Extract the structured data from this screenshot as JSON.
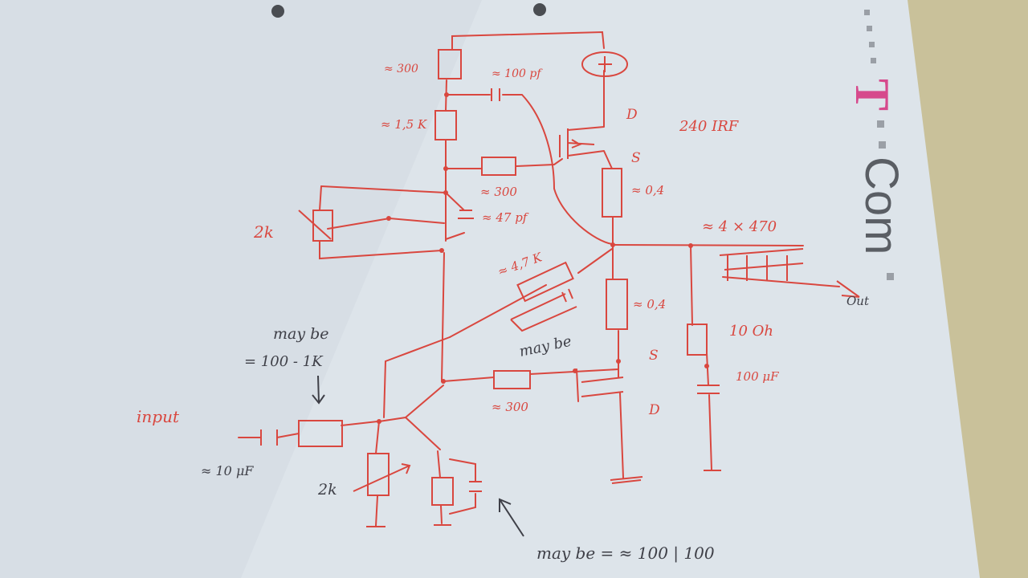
{
  "colors": {
    "paper": "#dde4ea",
    "ink_red": "#d9473f",
    "ink_dark": "#3f4048",
    "brand_magenta": "#d64a8c",
    "brand_gray": "#5a5e64",
    "desk": "#c9c19a"
  },
  "brand": {
    "t_letter": "T",
    "com_text": "Com"
  },
  "labels": {
    "r300_top": "≈ 300",
    "c100pf": "≈ 100 pf",
    "r15k": "≈ 1,5 K",
    "mosfet": "240 IRF",
    "drain_top": "D",
    "source_top": "S",
    "r300_mid": "≈ 300",
    "r04_top": "≈ 0,4",
    "pot2k_top": "2k",
    "c47pf": "≈ 47 pf",
    "c4x470": "≈ 4 × 470",
    "r47k": "≈ 4,7 K",
    "out": "Out",
    "r04_bottom": "≈ 0,4",
    "may_be_mid": "may be",
    "r10ohm": "10 Oh",
    "may_be_input": "may be",
    "range_100_1k": "= 100 - 1K",
    "source_bottom": "S",
    "c100uf": "100 μF",
    "input": "input",
    "r300_bottom": "≈ 300",
    "drain_bottom": "D",
    "c10uf": "≈ 10 μF",
    "pot2k_bottom": "2k",
    "may_be_bottom": "may be = ≈ 100 | 100"
  }
}
